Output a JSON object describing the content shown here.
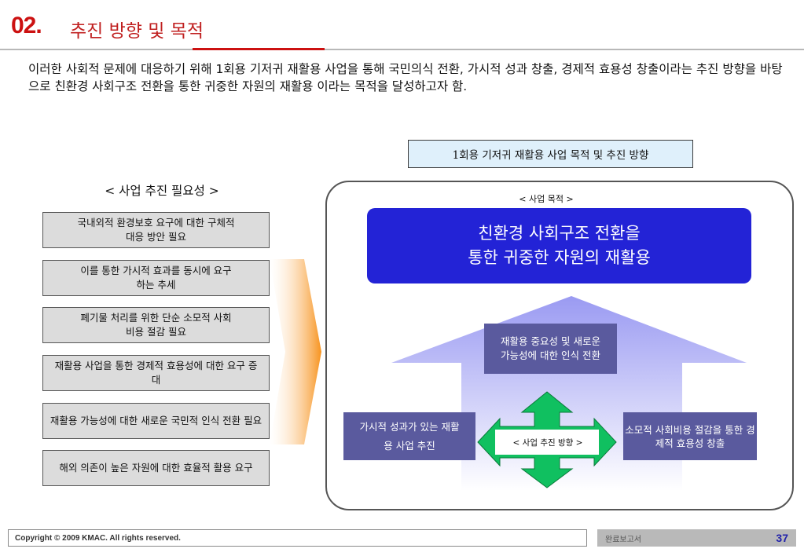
{
  "header": {
    "number": "02.",
    "title": "추진 방향 및 목적"
  },
  "intro": "이러한 사회적 문제에 대응하기 위해 1회용 기저귀 재활용 사업을 통해 국민의식 전환, 가시적 성과 창출, 경제적 효용성 창출이라는 추진 방향을 바탕으로 친환경 사회구조 전환을 통한 귀중한 자원의 재활용 이라는 목적을 달성하고자 함.",
  "caption": "1회용 기저귀 재활용 사업 목적 및 추진 방향",
  "necessity": {
    "title": "< 사업 추진 필요성 >",
    "items": [
      "국내외적 환경보호 요구에 대한 구체적 대응 방안 필요",
      "이를 통한 가시적 효과를 동시에 요구하는 추세",
      "폐기물 처리를 위한 단순 소모적 사회비용 절감 필요",
      "재활용 사업을 통한 경제적 효용성에 대한 요구 증대",
      "재활용 가능성에 대한 새로운 국민적 인식 전환 필요",
      "해외 의존이 높은 자원에 대한 효율적 활용 요구"
    ]
  },
  "goal": {
    "label": "< 사업 목적 >",
    "line1": "친환경 사회구조 전환을",
    "line2": "통한 귀중한 자원의 재활용"
  },
  "directions": {
    "label": "< 사업 추진 방향 >",
    "top": "재활용 중요성 및 새로운 가능성에 대한 인식 전환",
    "left": "가시적 성과가 있는 재활용 사업 추진",
    "right": "소모적 사회비용 절감을 통한 경제적 효용성 창출"
  },
  "footer": {
    "copyright": "Copyright © 2009 KMAC. All rights reserved.",
    "doc": "완료보고서",
    "page": "37"
  },
  "colors": {
    "accent_red": "#cc1111",
    "goal_blue": "#2323d6",
    "box_purple": "#5a5a9e",
    "arrow_green": "#10c060"
  }
}
